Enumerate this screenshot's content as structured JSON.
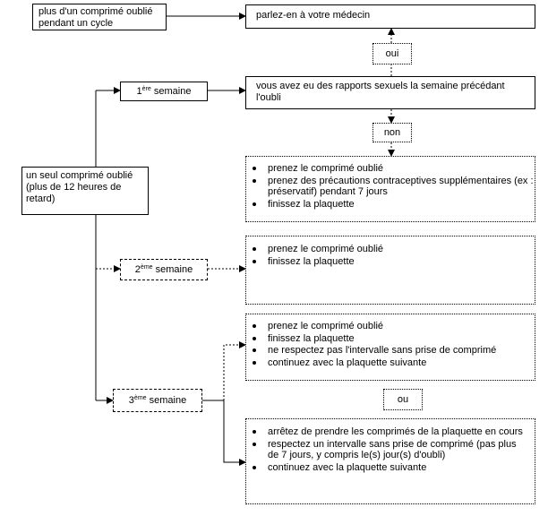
{
  "boxes": {
    "multiple_missed": "plus d'un comprimé oublié pendant un cycle",
    "talk_doctor": "parlez-en à votre médecin",
    "yes": "oui",
    "question_intercourse": "vous avez eu des rapports sexuels la semaine précédant l'oubli",
    "no": "non",
    "single_missed": "un seul comprimé oublié (plus de 12 heures de retard)",
    "or": "ou"
  },
  "weeks": [
    {
      "num": "1",
      "sup": "ère",
      "label": "semaine"
    },
    {
      "num": "2",
      "sup": "ème",
      "label": "semaine"
    },
    {
      "num": "3",
      "sup": "ème",
      "label": "semaine"
    }
  ],
  "week1_actions": [
    "prenez le comprimé oublié",
    "prenez des précautions contraceptives supplémentaires (ex : préservatif) pendant 7 jours",
    "finissez la plaquette"
  ],
  "week2_actions": [
    "prenez le comprimé oublié",
    "finissez la plaquette"
  ],
  "week3_option_a": [
    "prenez le comprimé oublié",
    "finissez la plaquette",
    "ne respectez pas l'intervalle sans prise de comprimé",
    "continuez avec la plaquette suivante"
  ],
  "week3_option_b": [
    "arrêtez de prendre les comprimés de la plaquette en cours",
    "respectez un intervalle sans prise de comprimé (pas plus de 7 jours, y compris le(s) jour(s) d'oubli)",
    "continuez avec la plaquette suivante"
  ]
}
